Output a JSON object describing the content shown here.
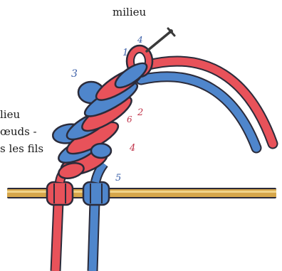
{
  "labels": {
    "top": "milieu",
    "left_1": "lieu",
    "left_2": "œuds -",
    "left_3": "s les fils"
  },
  "numbers": {
    "n1": "1",
    "n2": "2",
    "n3": "3",
    "n4": "4",
    "n4b": "4",
    "n5": "5",
    "n6": "6"
  },
  "colors": {
    "red_cord": "#e8525a",
    "blue_cord": "#4f86cc",
    "dowel": "#d6a64a",
    "outline": "#2b2b3a",
    "pin": "#3a3a3a"
  }
}
